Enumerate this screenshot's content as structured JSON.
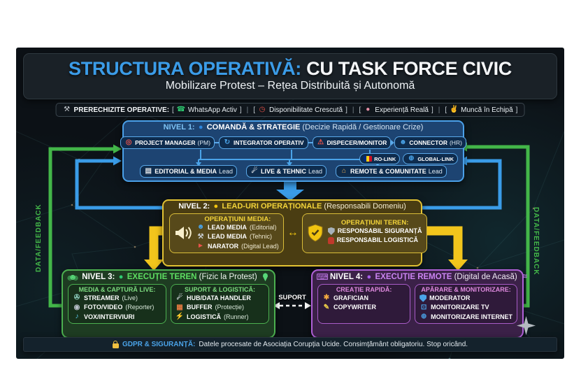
{
  "colors": {
    "accent_blue": "#3a9ce8",
    "accent_yellow": "#f1c40f",
    "accent_green": "#43b649",
    "accent_purple": "#c77df0",
    "background": "#0c1116"
  },
  "header": {
    "title_accent": "STRUCTURA OPERATIVĂ:",
    "title_rest": " CU TASK FORCE CIVIC",
    "subtitle": "Mobilizare Protest – Rețea Distribuită și Autonomă"
  },
  "prerequisites": {
    "icon": "tools",
    "label": "PRERECHIZITE OPERATIVE:",
    "bracket_open": "[",
    "bracket_close": "]",
    "separator": "|",
    "items": [
      {
        "icon": "phone",
        "text": "WhatsApp Activ"
      },
      {
        "icon": "alarm",
        "text": "Disponibilitate Crescută"
      },
      {
        "icon": "brain",
        "text": "Experiență Reală"
      },
      {
        "icon": "handshake",
        "text": "Muncă în Echipă"
      }
    ]
  },
  "nivel1": {
    "prefix": "NIVEL 1:",
    "dot": "dot-blue",
    "title": "COMANDĂ & STRATEGIE",
    "note": "(Decizie Rapidă / Gestionare Crize)",
    "roles": [
      {
        "icon": "target",
        "label": "PROJECT MANAGER",
        "note": "(PM)"
      },
      {
        "icon": "sync",
        "label": "INTEGRATOR OPERATIV",
        "note": ""
      },
      {
        "icon": "siren",
        "label": "DISPECER/MONITOR",
        "note": ""
      },
      {
        "icon": "people",
        "label": "CONNECTOR",
        "note": "(HR)"
      }
    ],
    "links": [
      {
        "icon": "flag-ro",
        "label": "RO-LINK"
      },
      {
        "icon": "globe",
        "label": "GLOBAL-LINK"
      }
    ],
    "leads": [
      {
        "icon": "news",
        "label": "EDITORIAL & MEDIA",
        "note": "Lead"
      },
      {
        "icon": "satellite",
        "label": "LIVE & TEHNIC",
        "note": "Lead"
      },
      {
        "icon": "home",
        "label": "REMOTE & COMUNITATE",
        "note": "Lead"
      }
    ]
  },
  "nivel2": {
    "prefix": "NIVEL 2:",
    "dot": "dot-yellow",
    "title": "LEAD-URI OPERAȚIONALE",
    "note": "(Responsabili Domeniu)",
    "media": {
      "big_icon": "megaphone",
      "title": "OPERAȚIUNI MEDIA:",
      "items": [
        {
          "icon": "speech",
          "label": "LEAD MEDIA",
          "note": "(Editorial)"
        },
        {
          "icon": "tools",
          "label": "LEAD MEDIA",
          "note": "(Tehnic)"
        },
        {
          "icon": "megaphone-red",
          "label": "NARATOR",
          "note": "(Digital Lead)"
        }
      ]
    },
    "teren": {
      "big_icon": "shield-check",
      "title": "OPERAȚIUNI TEREN:",
      "items": [
        {
          "icon": "shield-gray",
          "label": "RESPONSABIL SIGURANȚĂ",
          "note": ""
        },
        {
          "icon": "backpack",
          "label": "RESPONSABIL LOGISTICĂ",
          "note": ""
        }
      ]
    }
  },
  "nivel3": {
    "left_icon": "crowd",
    "right_icon": "pin",
    "prefix": "NIVEL 3:",
    "dot": "dot-green",
    "title": "EXECUȚIE TEREN",
    "note": "(Fizic la Protest)",
    "groups": [
      {
        "title": "MEDIA & CAPTURĂ LIVE:",
        "items": [
          {
            "icon": "camera-video",
            "label": "STREAMER",
            "note": "(Live)"
          },
          {
            "icon": "camera-photo",
            "label": "FOTO/VIDEO",
            "note": "(Reporter)"
          },
          {
            "icon": "microphone",
            "label": "VOX/INTERVIURI",
            "note": ""
          }
        ]
      },
      {
        "title": "SUPORT & LOGISTICĂ:",
        "items": [
          {
            "icon": "satellite",
            "label": "HUB/DATA HANDLER",
            "note": ""
          },
          {
            "icon": "brick",
            "label": "BUFFER",
            "note": "(Protecție)"
          },
          {
            "icon": "runner",
            "label": "LOGISTICĂ",
            "note": "(Runner)"
          }
        ]
      }
    ]
  },
  "nivel4": {
    "left_icon": "laptop",
    "right_icon": "wifi",
    "prefix": "NIVEL 4:",
    "dot": "dot-purple",
    "title": "EXECUȚIE REMOTE",
    "note": "(Digital de Acasă)",
    "groups": [
      {
        "title": "CREAȚIE RAPIDĂ:",
        "items": [
          {
            "icon": "palette",
            "label": "GRAFICIAN",
            "note": ""
          },
          {
            "icon": "pencil",
            "label": "COPYWRITER",
            "note": ""
          }
        ]
      },
      {
        "title": "APĂRARE & MONITORIZARE:",
        "items": [
          {
            "icon": "shield-blue",
            "label": "MODERATOR",
            "note": ""
          },
          {
            "icon": "tv",
            "label": "MONITORIZARE TV",
            "note": ""
          },
          {
            "icon": "globe",
            "label": "MONITORIZARE INTERNET",
            "note": ""
          }
        ]
      }
    ]
  },
  "connectors": {
    "suport_label": "SUPORT",
    "feedback_left": "DATA/FEEDBACK",
    "feedback_right": "DATA/FEEDBACK"
  },
  "footer": {
    "icon": "lock",
    "label": "GDPR & SIGURANȚĂ:",
    "text": "Datele procesate de Asociația Corupția Ucide. Consimțământ obligatoriu. Stop oricând."
  }
}
